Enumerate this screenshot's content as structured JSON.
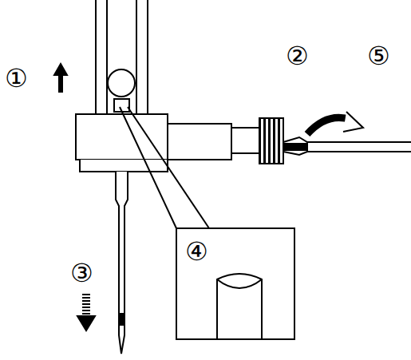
{
  "diagram": {
    "nodes": [
      {
        "text": [
          "④"
        ]
      }
    ],
    "labels": [
      "①",
      "②",
      "⑤",
      "③"
    ]
  }
}
